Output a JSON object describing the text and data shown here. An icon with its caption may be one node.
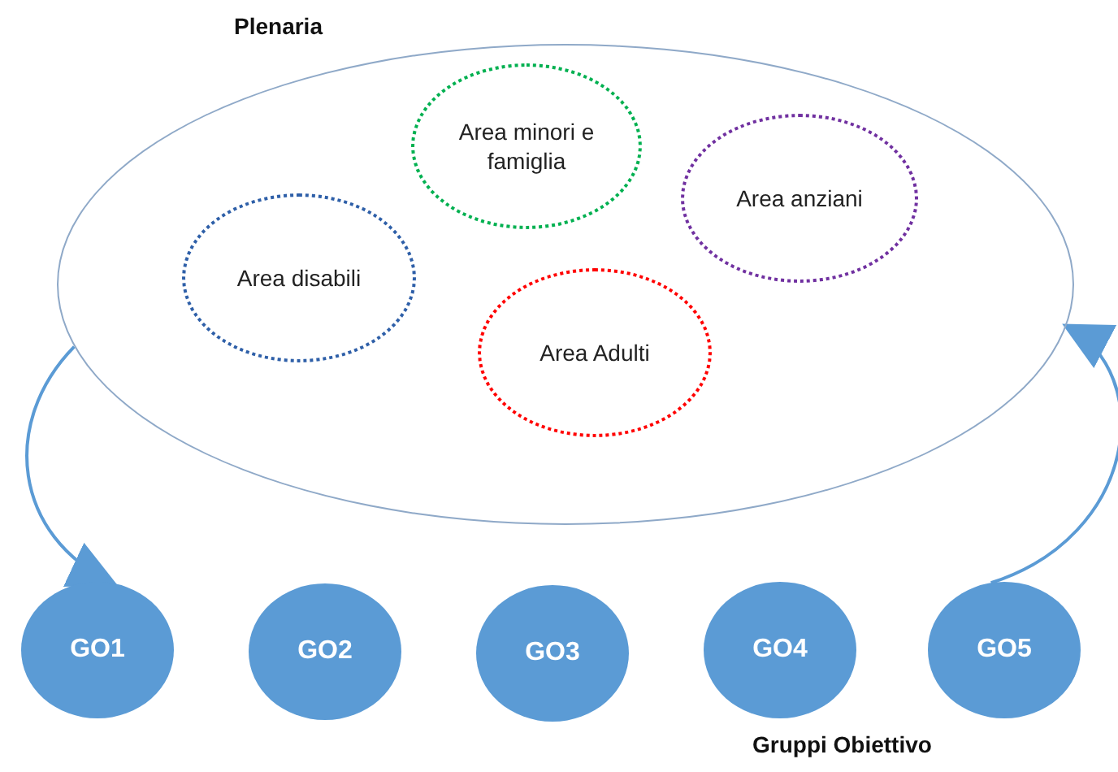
{
  "diagram": {
    "nodes": [
      {
        "text": [
          "Plenaria"
        ]
      },
      {
        "text": [
          "Area minori e famiglia"
        ],
        "in": 0
      },
      {
        "text": [
          "Area anziani"
        ],
        "in": 0
      },
      {
        "text": [
          "Area disabili"
        ],
        "in": 0
      },
      {
        "text": [
          "Area Adulti"
        ],
        "in": 0
      },
      {
        "text": [
          "GO1"
        ]
      },
      {
        "text": [
          "GO2"
        ]
      },
      {
        "text": [
          "GO3"
        ]
      },
      {
        "text": [
          "GO4"
        ]
      },
      {
        "text": [
          "GO5"
        ]
      }
    ],
    "edges": [
      {
        "from": 0,
        "to": 5,
        "arrow": "to"
      },
      {
        "from": 9,
        "to": 0,
        "arrow": "to"
      }
    ],
    "labels": [
      "Gruppi Obiettivo"
    ]
  }
}
